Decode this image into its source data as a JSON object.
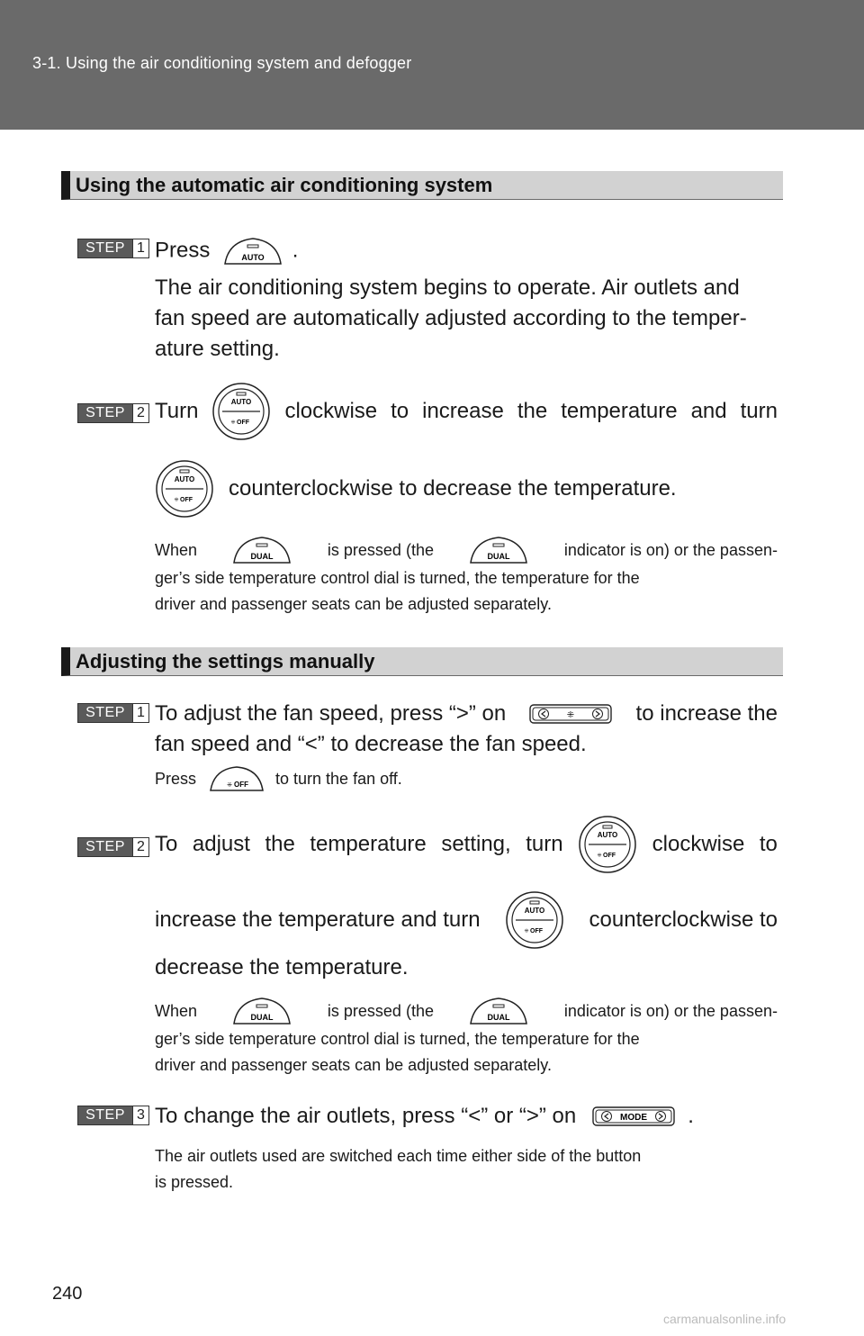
{
  "header": {
    "title": "3-1. Using the air conditioning system and defogger"
  },
  "page_number": "240",
  "watermark": "carmanualsonline.info",
  "icon_labels": {
    "auto": "AUTO",
    "off": "OFF",
    "dual": "DUAL",
    "mode": "MODE"
  },
  "step_label": "STEP",
  "section1": {
    "heading": "Using the automatic air conditioning system",
    "step1": {
      "num": "1",
      "press": "Press",
      "period": ".",
      "line2": "The air conditioning system begins to operate. Air outlets and",
      "line3": "fan speed are automatically adjusted according to the temper-",
      "line4": "ature setting."
    },
    "step2": {
      "num": "2",
      "w1": "Turn",
      "w2": "clockwise",
      "w3": "to",
      "w4": "increase",
      "w5": "the",
      "w6": "temperature",
      "w7": "and",
      "w8": "turn",
      "line2": "counterclockwise to decrease the temperature."
    },
    "note": {
      "a": "When",
      "b": "is pressed (the",
      "c": "indicator is on) or the passen-",
      "line2": "ger’s side temperature control dial is turned, the temperature for the",
      "line3": "driver and passenger seats can be adjusted separately."
    }
  },
  "section2": {
    "heading": "Adjusting the settings manually",
    "step1": {
      "num": "1",
      "a": "To adjust the fan speed, press “>” on",
      "b": "to increase the",
      "line2": "fan speed and “<” to decrease the fan speed.",
      "note_a": "Press",
      "note_b": "to turn the fan off."
    },
    "step2": {
      "num": "2",
      "w1": "To",
      "w2": "adjust",
      "w3": "the",
      "w4": "temperature",
      "w5": "setting,",
      "w6": "turn",
      "w7": "clockwise",
      "w8": "to",
      "line2a": "increase the temperature and turn",
      "line2b": "counterclockwise to",
      "line3": "decrease the temperature."
    },
    "note": {
      "a": "When",
      "b": "is pressed (the",
      "c": "indicator is on) or the passen-",
      "line2": "ger’s side temperature control dial is turned, the temperature for the",
      "line3": "driver and passenger seats can be adjusted separately."
    },
    "step3": {
      "num": "3",
      "a": "To change the air outlets, press “<” or “>” on",
      "b": ".",
      "note1": "The air outlets used are switched each time either side of the button",
      "note2": "is pressed."
    }
  }
}
